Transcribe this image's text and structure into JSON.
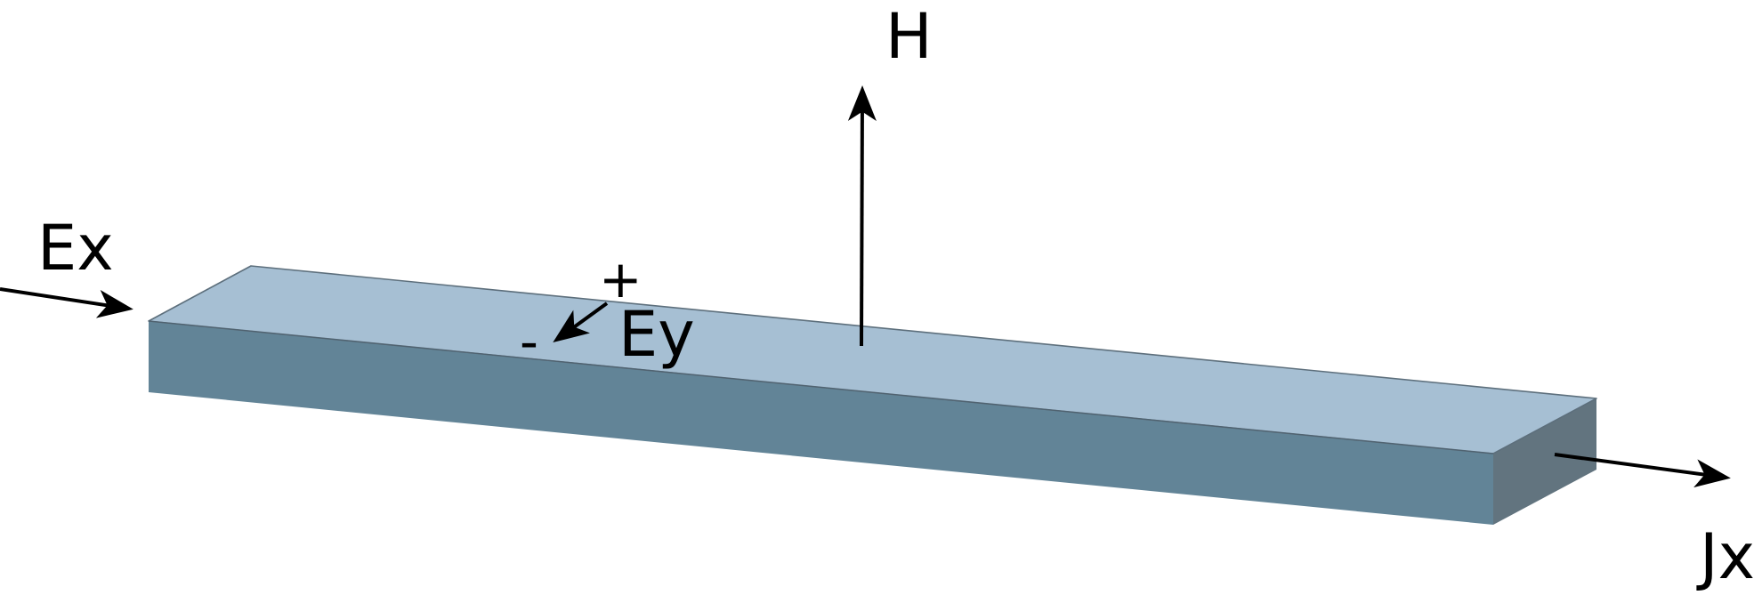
{
  "labels": {
    "ex": "Ex",
    "ey": "Ey",
    "h": "H",
    "jx": "Jx",
    "plus": "+",
    "minus": "-"
  },
  "colors": {
    "slab_top": "#a6bfd3",
    "slab_front": "#628497",
    "slab_side": "#62747f",
    "slab_edge": "#5d6f7c",
    "arrow": "#000000",
    "background": "#ffffff"
  }
}
